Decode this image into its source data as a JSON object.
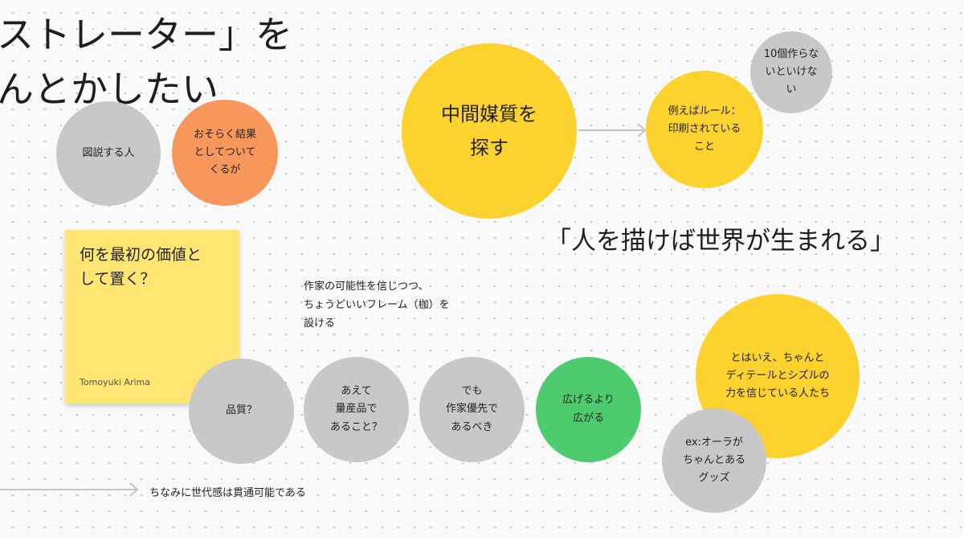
{
  "headings": {
    "line1": "ストレーター」を",
    "line2": "んとかしたい"
  },
  "circles": {
    "illustrator": "図説する人",
    "result": "おそらく結果\nとしてついて\nくるが",
    "medium": "中間媒質を\n探す",
    "example_rule": "例えばルール：\n印刷されている\nこと",
    "ten_needed": "10個作らな\nいといけな\nい",
    "quality": "品質？",
    "mass_product": "あえて\n量産品で\nあること？",
    "artist_first": "でも\n作家優先で\nあるべき",
    "spread": "広げるより\n広がる",
    "believers": "とはいえ、ちゃんと\nディテールとシズルの\n力を信じている人たち",
    "aura_goods": "ex:オーラが\nちゃんとある\nグッズ"
  },
  "quote": "「人を描けば世界が生まれる」",
  "sticky": {
    "title": "何を最初の価値と\nして置く？",
    "author": "Tomoyuki Arima"
  },
  "notes": {
    "framework": "作家の可能性を信じつつ、\nちょうどいいフレーム（枷）を\n設ける",
    "generation": "ちなみに世代感は貫通可能である"
  },
  "colors": {
    "gray": "#c8c8c8",
    "yellow": "#fcd22e",
    "orange": "#f7975c",
    "green": "#4dcb6e",
    "sticky": "#ffe571",
    "arrow": "#c4c4c4"
  }
}
